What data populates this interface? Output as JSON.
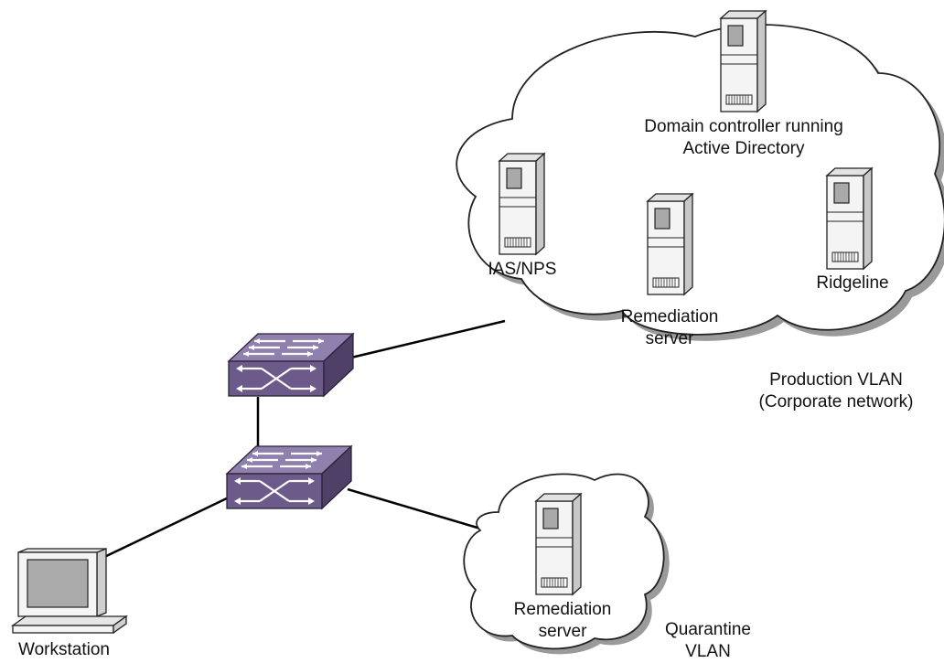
{
  "colors": {
    "switch_fill": "#6b5a8a",
    "switch_top": "#8f80ad",
    "switch_side": "#4e4066",
    "cloud_fill": "#ffffff",
    "cloud_shadow": "#9a9a9a",
    "line": "#000000",
    "server_body": "#f4f4f4",
    "monitor_screen": "#aaaaaa"
  },
  "nodes": {
    "domain_controller": {
      "icon": "server-tower-icon",
      "label_lines": [
        "Domain controller running",
        "Active Directory"
      ]
    },
    "ias_nps": {
      "icon": "server-tower-icon",
      "label_lines": [
        "IAS/NPS"
      ]
    },
    "remediation_production": {
      "icon": "server-tower-icon",
      "label_lines": [
        "Remediation",
        "server"
      ]
    },
    "ridgeline": {
      "icon": "server-tower-icon",
      "label_lines": [
        "Ridgeline"
      ]
    },
    "remediation_quarantine": {
      "icon": "server-tower-icon",
      "label_lines": [
        "Remediation",
        "server"
      ]
    },
    "workstation": {
      "icon": "workstation-icon",
      "label_lines": [
        "Workstation"
      ]
    },
    "switch_top": {
      "icon": "network-switch-icon"
    },
    "switch_bottom": {
      "icon": "network-switch-icon"
    }
  },
  "clouds": {
    "production": {
      "label_lines": [
        "Production VLAN",
        "(Corporate network)"
      ]
    },
    "quarantine": {
      "label_lines": [
        "Quarantine",
        "VLAN"
      ]
    }
  }
}
